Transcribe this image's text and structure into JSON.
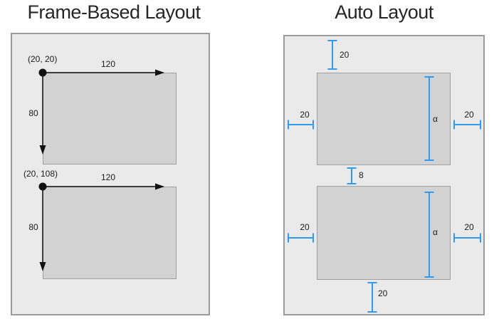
{
  "colors": {
    "accent_blue": "#2f9bf0",
    "ink": "#1b1b1b",
    "panel_fill": "#e9eae9",
    "panel_border": "#9b9b9b",
    "box_fill": "#d2d2d2",
    "box_border": "#9f9f9f"
  },
  "frame_based": {
    "title": "Frame-Based Layout",
    "boxes": [
      {
        "origin_label": "(20, 20)",
        "width_label": "120",
        "height_label": "80"
      },
      {
        "origin_label": "(20, 108)",
        "width_label": "120",
        "height_label": "80"
      }
    ]
  },
  "auto_layout": {
    "title": "Auto Layout",
    "top_margin_label": "20",
    "spacing_label": "8",
    "bottom_margin_label": "20",
    "boxes": [
      {
        "left_margin_label": "20",
        "right_margin_label": "20",
        "height_label": "α"
      },
      {
        "left_margin_label": "20",
        "right_margin_label": "20",
        "height_label": "α"
      }
    ]
  }
}
